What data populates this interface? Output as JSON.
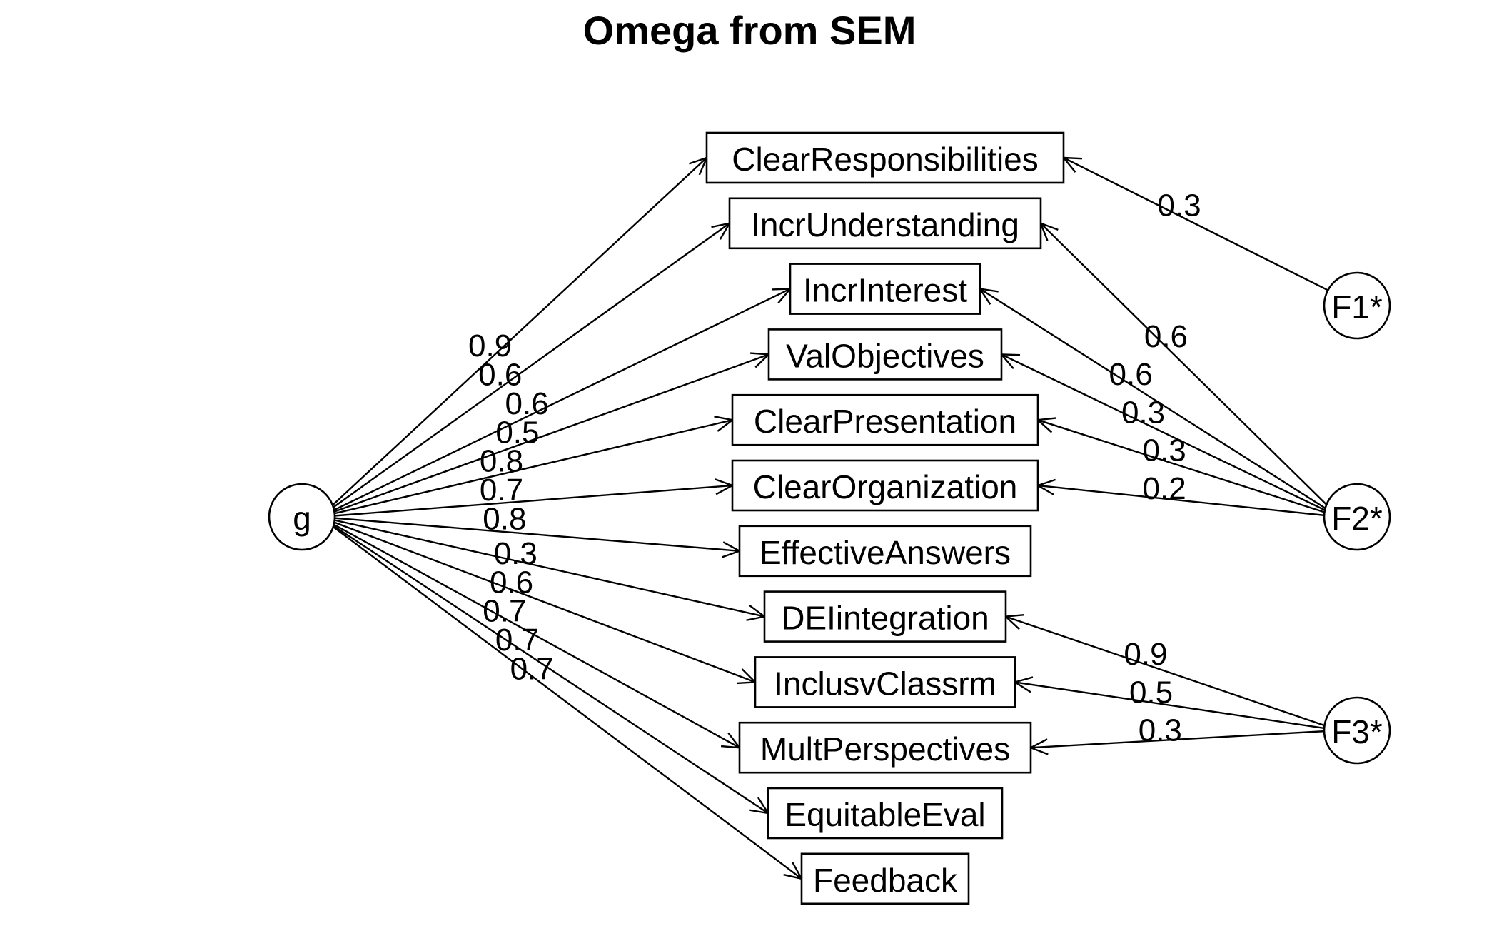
{
  "title": "Omega from SEM",
  "general_factor": {
    "id": "g",
    "label": "g"
  },
  "group_factors": [
    {
      "id": "F1",
      "label": "F1*"
    },
    {
      "id": "F2",
      "label": "F2*"
    },
    {
      "id": "F3",
      "label": "F3*"
    }
  ],
  "indicators": [
    {
      "label": "ClearResponsibilities",
      "g_loading": "0.9"
    },
    {
      "label": "IncrUnderstanding",
      "g_loading": "0.6"
    },
    {
      "label": "IncrInterest",
      "g_loading": "0.6"
    },
    {
      "label": "ValObjectives",
      "g_loading": "0.5"
    },
    {
      "label": "ClearPresentation",
      "g_loading": "0.8"
    },
    {
      "label": "ClearOrganization",
      "g_loading": "0.7"
    },
    {
      "label": "EffectiveAnswers",
      "g_loading": "0.8"
    },
    {
      "label": "DEIintegration",
      "g_loading": "0.3"
    },
    {
      "label": "InclusvClassrm",
      "g_loading": "0.6"
    },
    {
      "label": "MultPerspectives",
      "g_loading": "0.7"
    },
    {
      "label": "EquitableEval",
      "g_loading": "0.7"
    },
    {
      "label": "Feedback",
      "g_loading": "0.7"
    }
  ],
  "group_loadings": [
    {
      "factor": "F1",
      "indicator": "ClearResponsibilities",
      "value": "0.3"
    },
    {
      "factor": "F2",
      "indicator": "IncrUnderstanding",
      "value": "0.6"
    },
    {
      "factor": "F2",
      "indicator": "IncrInterest",
      "value": "0.6"
    },
    {
      "factor": "F2",
      "indicator": "ValObjectives",
      "value": "0.3"
    },
    {
      "factor": "F2",
      "indicator": "ClearPresentation",
      "value": "0.3"
    },
    {
      "factor": "F2",
      "indicator": "ClearOrganization",
      "value": "0.2"
    },
    {
      "factor": "F3",
      "indicator": "DEIintegration",
      "value": "0.9"
    },
    {
      "factor": "F3",
      "indicator": "InclusvClassrm",
      "value": "0.5"
    },
    {
      "factor": "F3",
      "indicator": "MultPerspectives",
      "value": "0.3"
    }
  ]
}
